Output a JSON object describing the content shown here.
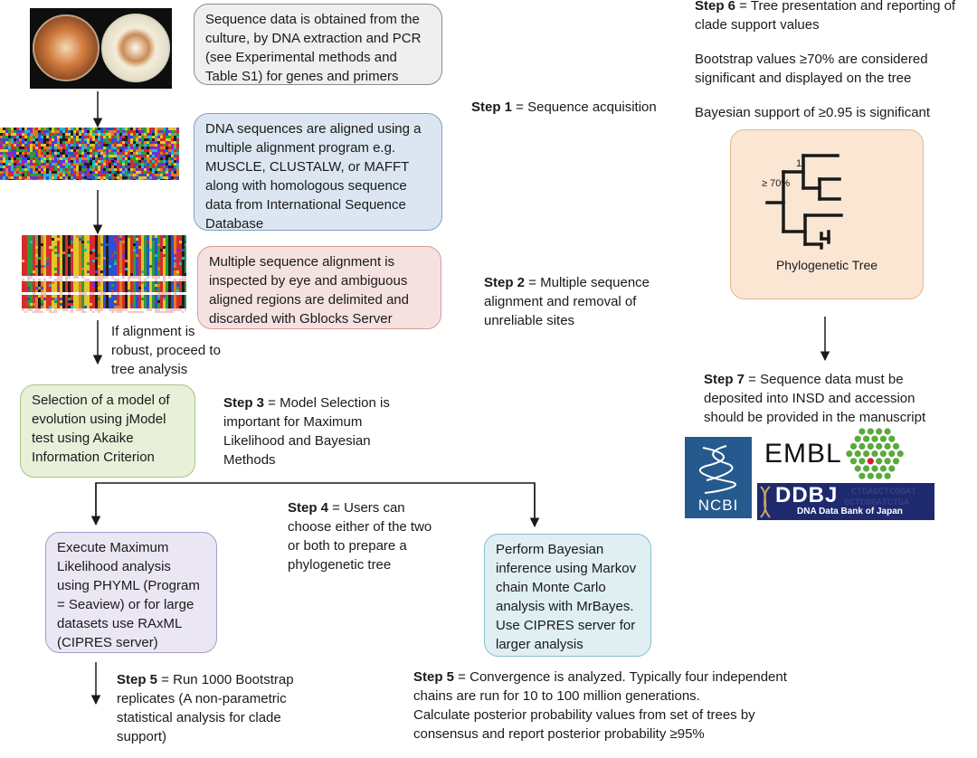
{
  "colors": {
    "box_gray": "#efefef",
    "box_blue": "#dce6f2",
    "box_pink": "#f6e1e1",
    "box_green": "#e8f0da",
    "box_purple": "#ebe6f3",
    "box_teal": "#dfeff2",
    "box_tree": "#fbe6d4",
    "ncbi_blue": "#265a8f",
    "embl_green": "#5aaa3c",
    "ddbj_navy": "#1f2a6e"
  },
  "boxes": {
    "acquire": "Sequence data is obtained from the culture, by DNA extraction  and PCR (see Experimental methods and Table S1) for genes and primers",
    "align": "DNA sequences are aligned using a multiple alignment program e.g. MUSCLE, CLUSTALW, or MAFFT along with homologous sequence data from International Sequence Database",
    "inspect": "Multiple sequence alignment is inspected by eye and ambiguous aligned regions are delimited and discarded with Gblocks Server",
    "model": "Selection of a model of evolution using jModel test using Akaike Information Criterion",
    "ml": "Execute Maximum Likelihood analysis using PHYML (Program = Seaview) or for large datasets use RAxML (CIPRES server)",
    "bayes": "Perform Bayesian inference using Markov chain Monte Carlo analysis with MrBayes. Use CIPRES server for larger analysis"
  },
  "notes": {
    "robust": "If alignment is robust, proceed to tree analysis"
  },
  "steps": {
    "s1": {
      "label": "Step 1",
      "text": " = Sequence acquisition"
    },
    "s2": {
      "label": "Step 2",
      "text": " = Multiple sequence alignment and removal of unreliable sites"
    },
    "s3": {
      "label": "Step 3",
      "text": " = Model Selection is important for Maximum Likelihood and Bayesian Methods"
    },
    "s4": {
      "label": "Step 4",
      "text": " = Users can choose either of the two or both to prepare a phylogenetic tree"
    },
    "s5a": {
      "label": "Step 5",
      "text": " = Run 1000 Bootstrap replicates (A non-parametric statistical analysis for clade support)"
    },
    "s5b": {
      "label": "Step 5",
      "text": " = Convergence is analyzed. Typically four independent chains are run for 10 to 100 million generations.",
      "text2": "Calculate posterior probability values from set of trees by consensus and report posterior probability ≥95%"
    },
    "s6": {
      "label": "Step 6",
      "text": " =  Tree presentation and reporting of clade support values",
      "p2": "Bootstrap values ≥70% are considered significant and displayed on the tree",
      "p3": "Bayesian support of ≥0.95 is significant"
    },
    "s7": {
      "label": "Step 7",
      "text": " =  Sequence data must be deposited into INSD and accession should be provided in the manuscript"
    }
  },
  "tree": {
    "caption": "Phylogenetic Tree",
    "label_bayes": "1",
    "label_boot": "≥ 70%"
  },
  "logos": {
    "ncbi": "NCBI",
    "embl": "EMBL",
    "ddbj": "DDBJ",
    "ddbj_sub": "DNA Data Bank of Japan"
  }
}
